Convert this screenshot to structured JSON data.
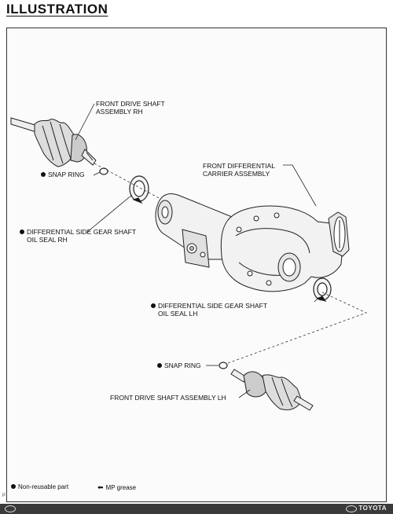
{
  "page": {
    "title": "ILLUSTRATION",
    "page_mark": "P",
    "brand": "TOYOTA"
  },
  "labels": {
    "front_drive_shaft_rh": [
      "FRONT DRIVE SHAFT",
      "ASSEMBLY RH"
    ],
    "snap_ring_upper": "SNAP RING",
    "front_differential_carrier": [
      "FRONT DIFFERENTIAL",
      "CARRIER ASSEMBLY"
    ],
    "oil_seal_rh": [
      "DIFFERENTIAL SIDE GEAR SHAFT",
      "OIL SEAL RH"
    ],
    "oil_seal_lh": [
      "DIFFERENTIAL SIDE GEAR SHAFT",
      "OIL SEAL LH"
    ],
    "snap_ring_lower": "SNAP RING",
    "front_drive_shaft_lh": "FRONT DRIVE SHAFT ASSEMBLY LH"
  },
  "legend": {
    "non_reusable": "Non-reusable part",
    "mp_grease": "MP grease"
  }
}
